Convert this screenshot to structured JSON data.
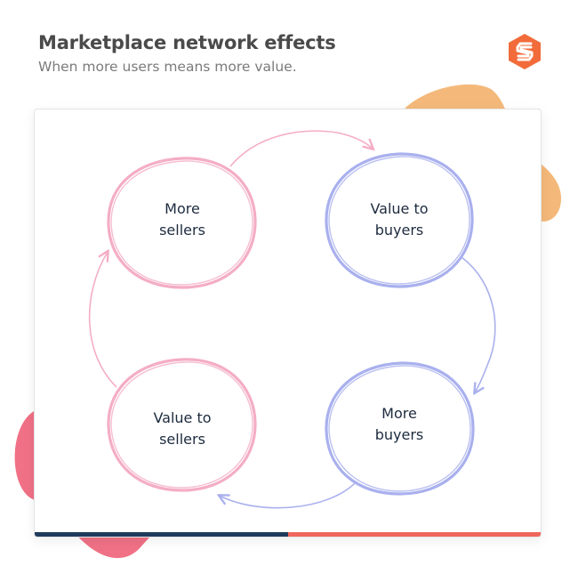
{
  "header": {
    "title": "Marketplace network effects",
    "subtitle": "When more users means more value."
  },
  "colors": {
    "seller_stroke": "#f4adc6",
    "buyer_stroke": "#a9b0ee",
    "accent_orange": "#f4b97a",
    "accent_pink": "#f07186",
    "footer_dark": "#1f3b5c",
    "footer_coral": "#f0655c",
    "logo": "#f26b3a"
  },
  "diagram": {
    "nodes": [
      {
        "id": "more-sellers",
        "line1": "More",
        "line2": "sellers"
      },
      {
        "id": "value-to-buyers",
        "line1": "Value to",
        "line2": "buyers"
      },
      {
        "id": "more-buyers",
        "line1": "More",
        "line2": "buyers"
      },
      {
        "id": "value-to-sellers",
        "line1": "Value to",
        "line2": "sellers"
      }
    ],
    "edges": [
      {
        "from": "more-sellers",
        "to": "value-to-buyers"
      },
      {
        "from": "value-to-buyers",
        "to": "more-buyers"
      },
      {
        "from": "more-buyers",
        "to": "value-to-sellers"
      },
      {
        "from": "value-to-sellers",
        "to": "more-sellers"
      }
    ]
  }
}
